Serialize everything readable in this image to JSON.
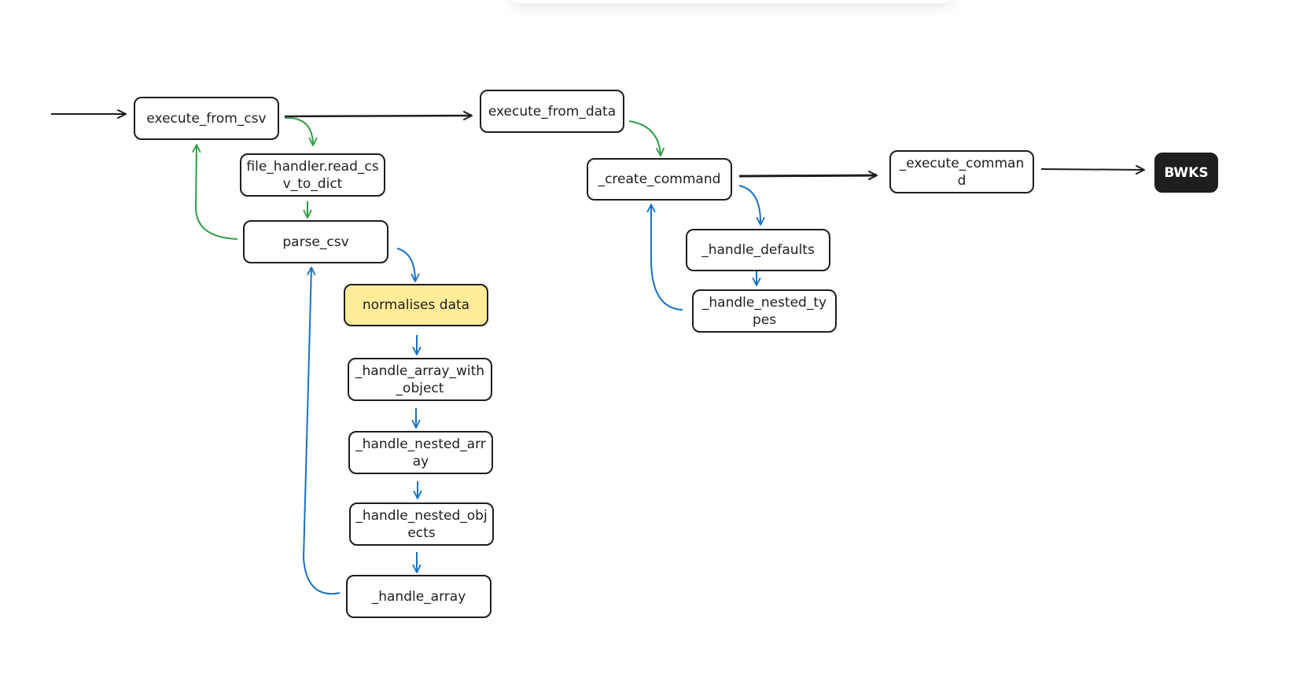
{
  "diagram": {
    "nodes": {
      "execute_from_csv": "execute_from_csv",
      "file_handler_read_csv_to_dict": "file_handler.read_csv_to_dict",
      "parse_csv": "parse_csv",
      "normalises_data": "normalises data",
      "handle_array_with_object": "_handle_array_with_object",
      "handle_nested_array": "_handle_nested_array",
      "handle_nested_objects": "_handle_nested_objects",
      "handle_array": "_handle_array",
      "execute_from_data": "execute_from_data",
      "create_command": "_create_command",
      "handle_defaults": "_handle_defaults",
      "handle_nested_types": "_handle_nested_types",
      "execute_command": "_execute_command",
      "bwks": "BWKS"
    },
    "colors": {
      "stroke": "#1e1e1e",
      "green_arrow": "#2f9e44",
      "blue_arrow": "#1971c2",
      "highlight_fill": "#ffec99",
      "terminal_fill": "#1e1e1e"
    }
  }
}
